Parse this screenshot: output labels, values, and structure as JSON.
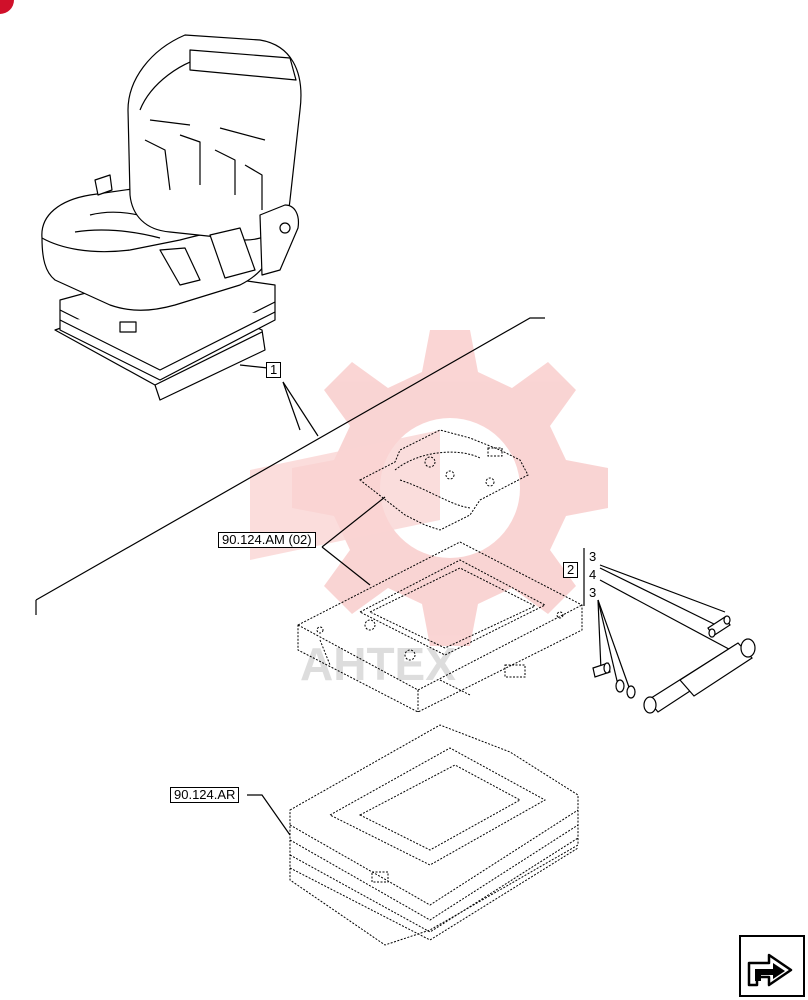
{
  "callouts": {
    "item_1": "1",
    "item_2": "2",
    "ref_am": "90.124.AM (02)",
    "ref_ar": "90.124.AR"
  },
  "kit_items": {
    "a": "3",
    "b": "4",
    "c": "3"
  },
  "watermark": {
    "text": "АНТЕХ",
    "color": "#e8413c"
  },
  "icons": {
    "corner": "corner-marker-icon",
    "next": "next-page-arrow-icon"
  }
}
